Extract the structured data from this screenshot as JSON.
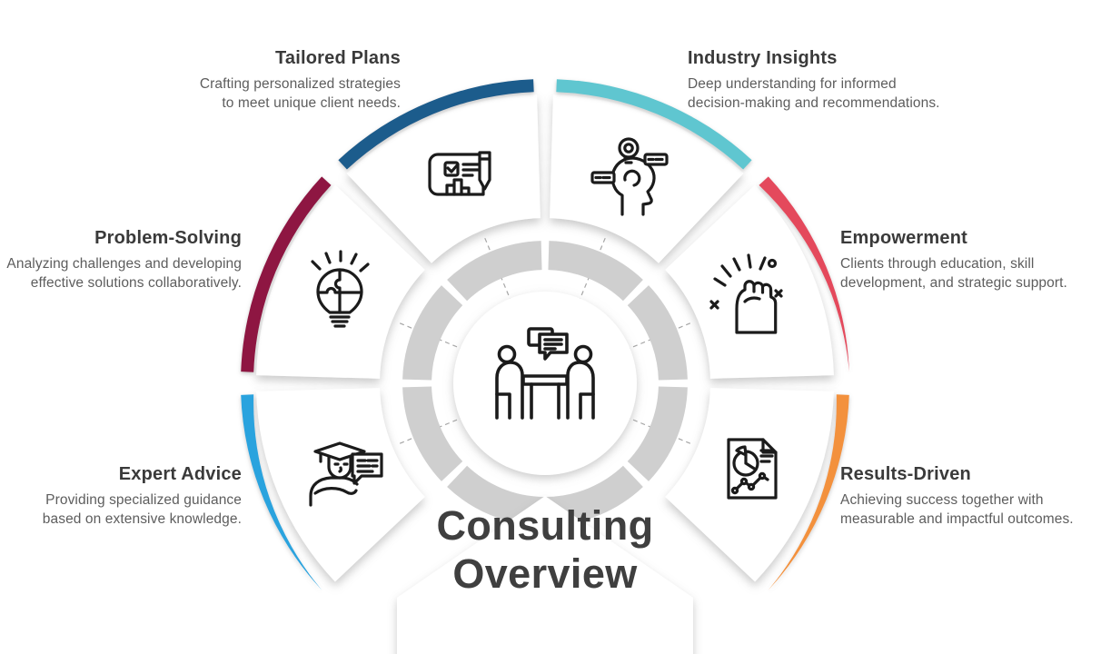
{
  "title": {
    "line1": "Consulting",
    "line2": "Overview"
  },
  "center": {
    "icon": "consultation-discussion-icon"
  },
  "segments": [
    {
      "id": "tailored-plans",
      "title": "Tailored Plans",
      "desc_lines": [
        "Crafting personalized strategies",
        "to meet unique client needs."
      ],
      "color": "#1E5C8C",
      "icon": "strategy-blueprint-icon",
      "position": "top-left"
    },
    {
      "id": "industry-insights",
      "title": "Industry Insights",
      "desc_lines": [
        "Deep understanding for informed",
        "decision-making and recommendations."
      ],
      "color": "#5FC6D0",
      "icon": "insight-mind-icon",
      "position": "top-right"
    },
    {
      "id": "problem-solving",
      "title": "Problem-Solving",
      "desc_lines": [
        "Analyzing challenges and developing",
        "effective solutions collaboratively."
      ],
      "color": "#8E1243",
      "icon": "puzzle-bulb-icon",
      "position": "left"
    },
    {
      "id": "empowerment",
      "title": "Empowerment",
      "desc_lines": [
        "Clients through education, skill",
        "development, and strategic support."
      ],
      "color": "#E4485C",
      "icon": "raised-fist-icon",
      "position": "right"
    },
    {
      "id": "expert-advice",
      "title": "Expert Advice",
      "desc_lines": [
        "Providing specialized guidance",
        "based on extensive knowledge."
      ],
      "color": "#29A3DE",
      "icon": "graduate-advisor-icon",
      "position": "bottom-left"
    },
    {
      "id": "results-driven",
      "title": "Results-Driven",
      "desc_lines": [
        "Achieving success together with",
        "measurable and impactful outcomes."
      ],
      "color": "#F3913C",
      "icon": "report-chart-icon",
      "position": "bottom-right"
    }
  ],
  "colors": {
    "ring": "#CFCFCF",
    "heading": "#3A3A3A",
    "body": "#5D5D5D",
    "title_text": "#3F3F3F",
    "background": "#FFFFFF"
  }
}
